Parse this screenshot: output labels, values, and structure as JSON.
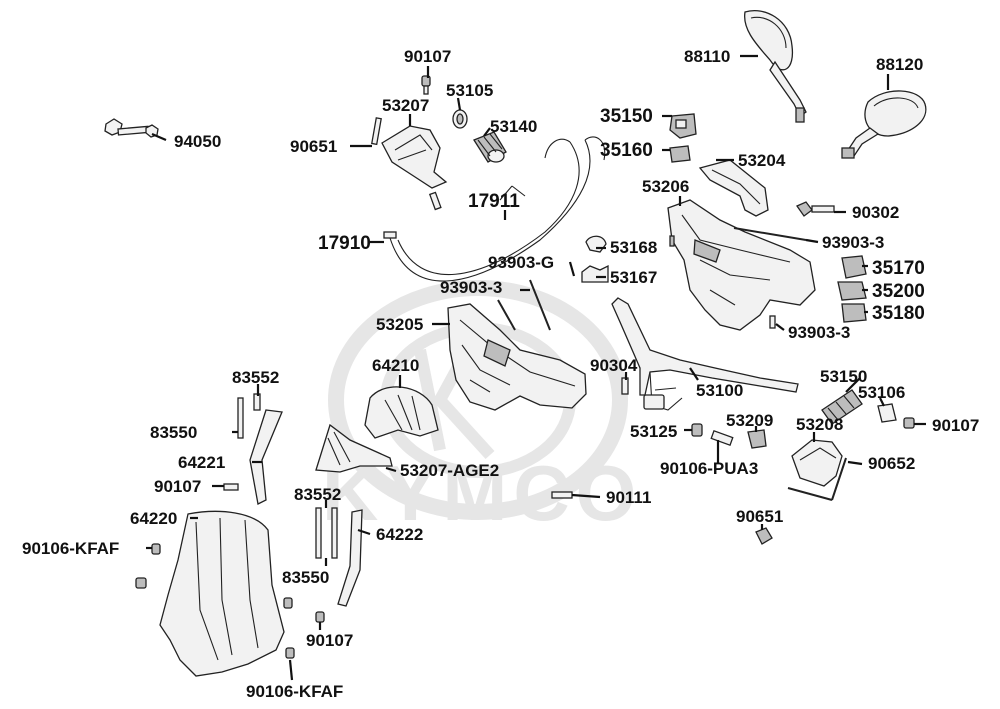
{
  "watermark": {
    "brand": "KYMCO"
  },
  "labels": {
    "p90107_a": "90107",
    "p53105": "53105",
    "p53207": "53207",
    "p53140": "53140",
    "p90651_a": "90651",
    "p94050": "94050",
    "p17911": "17911",
    "p17910": "17910",
    "p88110": "88110",
    "p88120": "88120",
    "p35150": "35150",
    "p35160": "35160",
    "p53204": "53204",
    "p53206": "53206",
    "p90302": "90302",
    "p93903_3_a": "93903-3",
    "p53168": "53168",
    "p93903_g": "93903-G",
    "p53167": "53167",
    "p35170": "35170",
    "p93903_3_b": "93903-3",
    "p35200": "35200",
    "p35180": "35180",
    "p93903_3_c": "93903-3",
    "p53205": "53205",
    "p64210": "64210",
    "p90304": "90304",
    "p53100": "53100",
    "p83552_a": "83552",
    "p53150": "53150",
    "p53106": "53106",
    "p83550_a": "83550",
    "p53209": "53209",
    "p90107_b": "90107",
    "p53125": "53125",
    "p53208": "53208",
    "p64221": "64221",
    "p90652": "90652",
    "p53207_age2": "53207-AGE2",
    "p90106_pua3": "90106-PUA3",
    "p90107_c": "90107",
    "p83552_b": "83552",
    "p90111": "90111",
    "p64220": "64220",
    "p90651_b": "90651",
    "p64222": "64222",
    "p90106_kfaf_a": "90106-KFAF",
    "p83550_b": "83550",
    "p90107_d": "90107",
    "p90106_kfaf_b": "90106-KFAF"
  }
}
